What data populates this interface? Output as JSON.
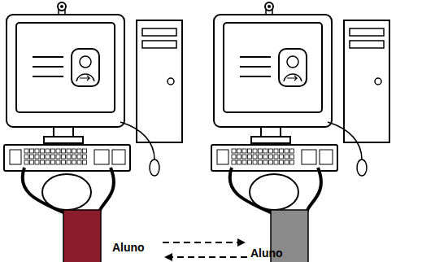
{
  "diagram": {
    "nodes": [
      {
        "text": [
          "Aluno"
        ]
      },
      {
        "text": [
          "Aluno"
        ]
      }
    ],
    "edges": [
      {
        "from": 0,
        "to": 1,
        "arrow": "to"
      },
      {
        "from": 1,
        "to": 0,
        "arrow": "to"
      }
    ]
  }
}
